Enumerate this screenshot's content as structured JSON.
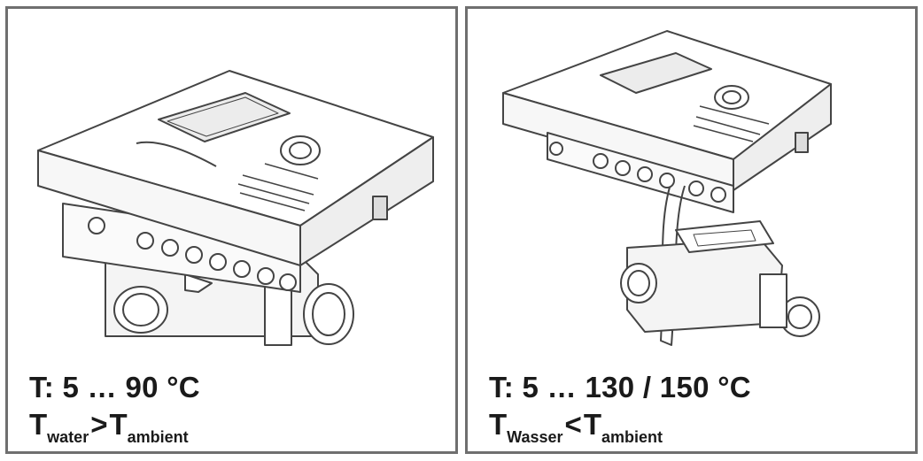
{
  "panels": [
    {
      "range": "T: 5 … 90 °C",
      "lhs_symbol": "T",
      "lhs_sub": "water",
      "operator": ">",
      "rhs_symbol": "T",
      "rhs_sub": "ambient"
    },
    {
      "range": "T: 5 … 130 / 150 °C",
      "lhs_symbol": "T",
      "lhs_sub": "Wasser",
      "operator": "<",
      "rhs_symbol": "T",
      "rhs_sub": "ambient"
    }
  ],
  "colors": {
    "border": "#6f6f6f",
    "line": "#444444",
    "text": "#1a1a1a"
  }
}
